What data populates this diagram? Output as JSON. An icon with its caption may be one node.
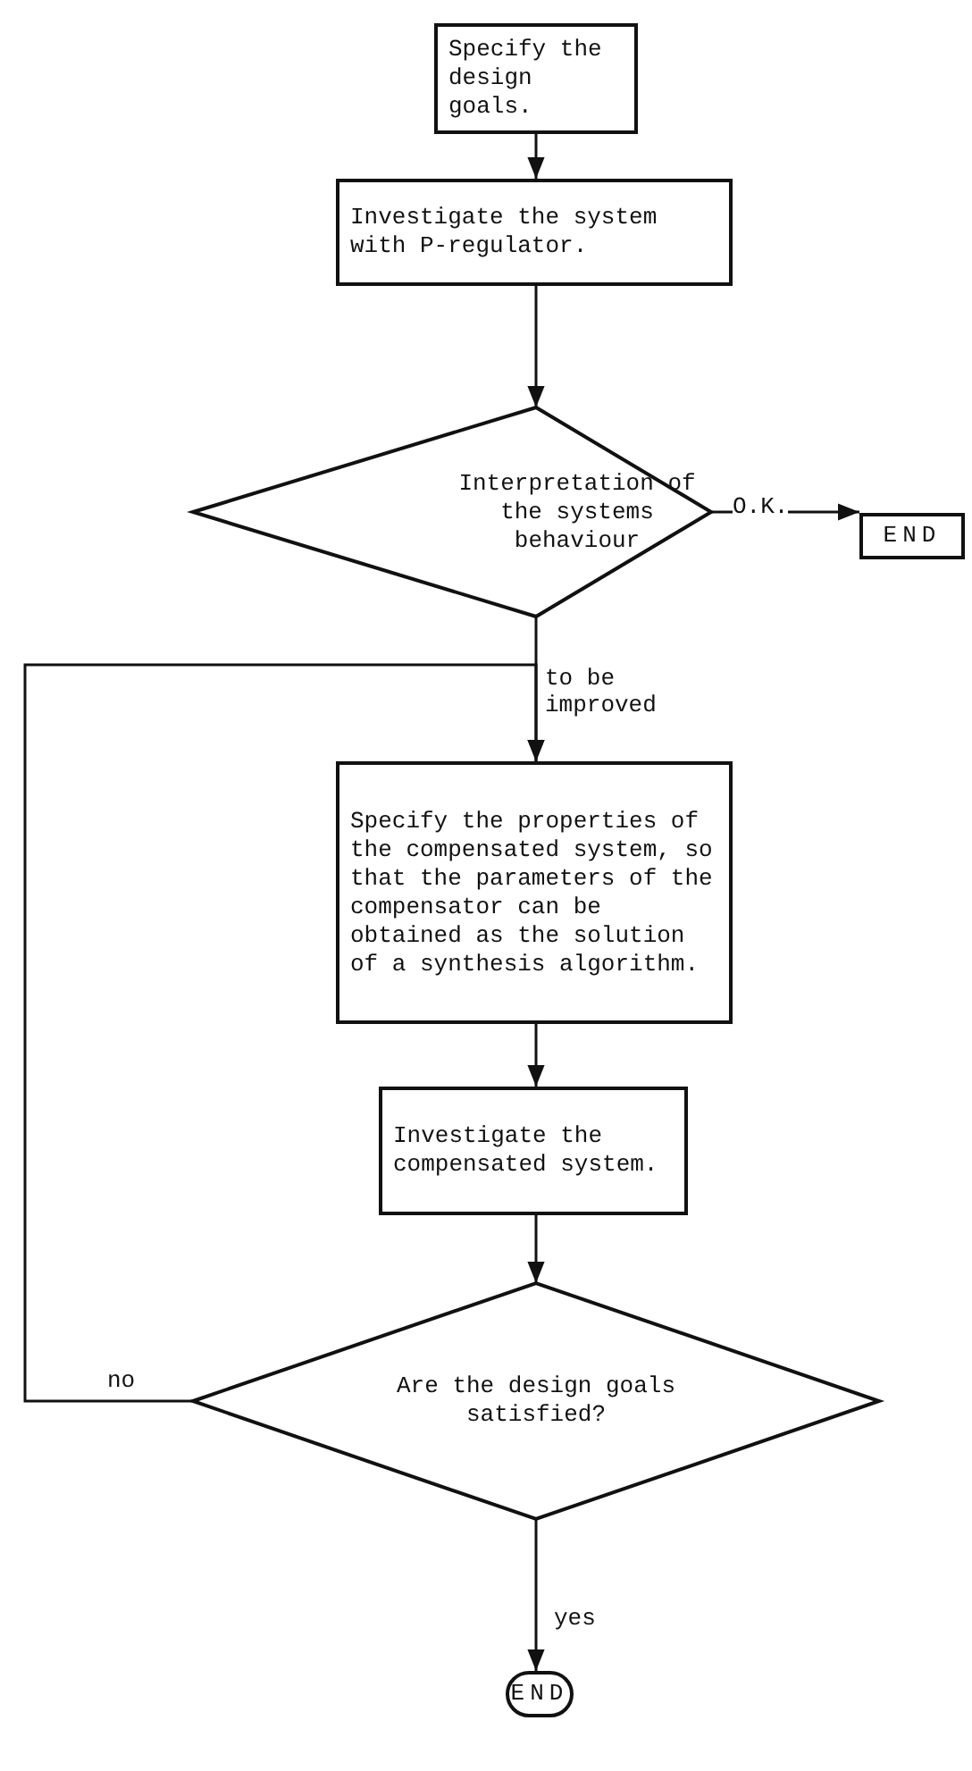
{
  "diagram": {
    "nodes": [
      {
        "text": [
          "Specify the design goals."
        ]
      },
      {
        "text": [
          "Investigate the system with P-regulator."
        ]
      },
      {
        "text": [
          "Interpretation of the systems behaviour"
        ]
      },
      {
        "text": [
          "END"
        ]
      },
      {
        "text": [
          "Specify the properties of the compensated system, so that the parameters of the compensator can be obtained as the solution of a synthesis algorithm."
        ]
      },
      {
        "text": [
          "Investigate the compensated system."
        ]
      },
      {
        "text": [
          "Are the design goals satisfied?"
        ]
      },
      {
        "text": [
          "END"
        ]
      }
    ],
    "edges": [
      {
        "from": 0,
        "to": 1,
        "arrow": "to"
      },
      {
        "from": 1,
        "to": 2,
        "arrow": "to"
      },
      {
        "from": 2,
        "to": 3,
        "arrow": "to",
        "label": "O.K."
      },
      {
        "from": 2,
        "to": 4,
        "arrow": "to",
        "label": "to be improved"
      },
      {
        "from": 4,
        "to": 5,
        "arrow": "to"
      },
      {
        "from": 5,
        "to": 6,
        "arrow": "to"
      },
      {
        "from": 6,
        "to": 4,
        "arrow": "to",
        "label": "no"
      },
      {
        "from": 6,
        "to": 7,
        "arrow": "to",
        "label": "yes"
      }
    ]
  }
}
